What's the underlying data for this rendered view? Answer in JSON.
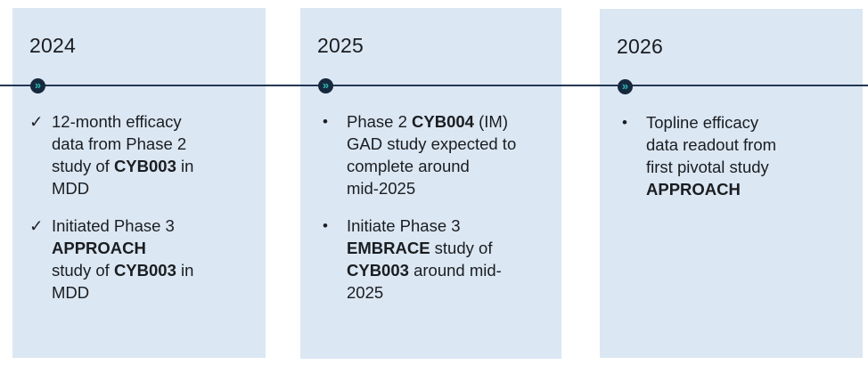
{
  "colors": {
    "card_bg": "#dbe7f3",
    "axis_line": "#243753",
    "marker_circle": "#16293d",
    "marker_chevron": "#2bbab4",
    "text": "#1a1d21"
  },
  "timeline": {
    "marker_glyph": "»",
    "cards": [
      {
        "year": "2024",
        "bullet_glyph": "✓",
        "bullet_icon": "check-icon",
        "items": [
          {
            "segments": [
              {
                "text": "12-month efficacy\ndata from Phase 2\nstudy of ",
                "bold": false
              },
              {
                "text": "CYB003",
                "bold": true
              },
              {
                "text": " in\nMDD",
                "bold": false
              }
            ]
          },
          {
            "segments": [
              {
                "text": "Initiated Phase 3\n",
                "bold": false
              },
              {
                "text": "APPROACH",
                "bold": true
              },
              {
                "text": "\nstudy of ",
                "bold": false
              },
              {
                "text": "CYB003",
                "bold": true
              },
              {
                "text": " in\nMDD",
                "bold": false
              }
            ]
          }
        ]
      },
      {
        "year": "2025",
        "bullet_glyph": "•",
        "bullet_icon": "bullet-dot-icon",
        "items": [
          {
            "segments": [
              {
                "text": "Phase 2 ",
                "bold": false
              },
              {
                "text": "CYB004",
                "bold": true
              },
              {
                "text": " (IM)\nGAD study expected to\ncomplete around\nmid-2025",
                "bold": false
              }
            ]
          },
          {
            "segments": [
              {
                "text": "Initiate Phase 3\n",
                "bold": false
              },
              {
                "text": "EMBRACE",
                "bold": true
              },
              {
                "text": " study of\n",
                "bold": false
              },
              {
                "text": "CYB003",
                "bold": true
              },
              {
                "text": " around mid-\n2025",
                "bold": false
              }
            ]
          }
        ]
      },
      {
        "year": "2026",
        "bullet_glyph": "•",
        "bullet_icon": "bullet-dot-icon",
        "items": [
          {
            "segments": [
              {
                "text": "Topline efficacy\ndata readout from\nfirst pivotal study\n",
                "bold": false
              },
              {
                "text": "APPROACH",
                "bold": true
              }
            ]
          }
        ]
      }
    ]
  }
}
